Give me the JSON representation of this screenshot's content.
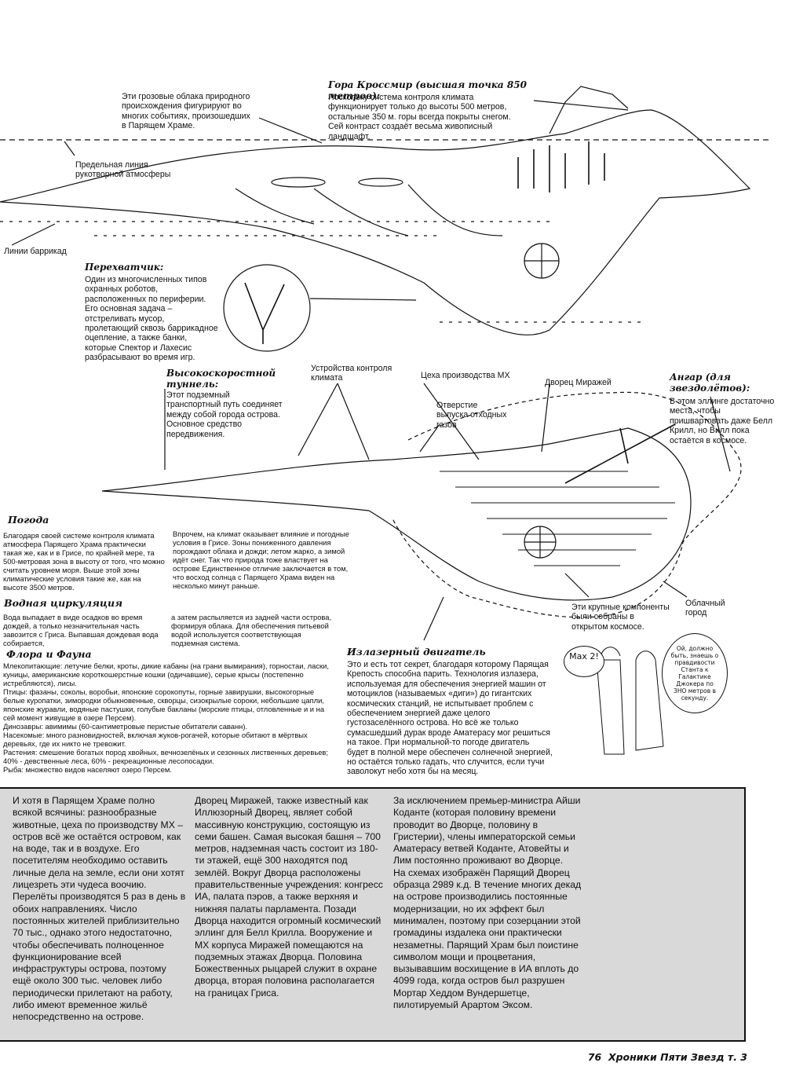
{
  "top_annotations": {
    "clouds": "Эти грозовые облака природного происхождения фигурируют во многих событиях, произошедших в Парящем Храме.",
    "atmosphere_line": "Предельная линия рукотворной атмосферы",
    "barricade_line": "Линии баррикад",
    "mountain_title": "Гора Кроссмир (высшая точка 850 метров):",
    "mountain_text": "Поскольку система контроля климата функционирует только до высоты 500 метров, остальные 350 м. горы всегда покрыты снегом. Сей контраст создаёт весьма живописный ландшафт.",
    "interceptor_title": "Перехватчик:",
    "interceptor_text": "Один из многочисленных типов охранных роботов, расположенных по периферии. Его основная задача – отстреливать мусор, пролетающий сквозь баррикадное оцепление, а также банки, которые Спектор и Лахесис разбрасывают во время игр."
  },
  "middle_annotations": {
    "tunnel_title": "Высокоскоростной туннель:",
    "tunnel_text": "Этот подземный транспортный путь соединяет между собой города острова. Основное средство передвижения.",
    "climate_devices": "Устройства контроля климата",
    "mh_factories": "Цеха производства МХ",
    "exhaust": "Отверстие выпуска отходных газов",
    "mirage_palace": "Дворец Миражей",
    "hangar_title": "Ангар (для звездолётов):",
    "hangar_text": "В этом эллинге достаточно места, чтобы пришвартовать даже Белл Крилл, но Вилл пока остаётся в космосе.",
    "space_components": "Эти крупные компоненты были собраны в открытом космосе.",
    "cloud_city": "Облачный город"
  },
  "weather": {
    "title": "Погода",
    "text1": "Благодаря своей системе контроля климата атмосфера Парящего Храма практически такая же, как и в Грисе, по крайней мере, та 500-метровая зона в высоту от того, что можно считать уровнем моря. Выше этой зоны климатические условия такие же, как на высоте 3500 метров.",
    "text2": "Впрочем, на климат оказывает влияние и погодные условия в Грисе. Зоны пониженного давления порождают облака и дожди; летом жарко, а зимой идёт снег. Так что природа тоже властвует на острове Единственное отличие заключается в том, что восход солнца с Парящего Храма виден на несколько минут раньше."
  },
  "water": {
    "title": "Водная циркуляция",
    "text1": "Вода выпадает в виде осадков во время дождей, а только незначительная часть завозится с Гриса. Выпавшая дождевая вода собирается,",
    "text2": "а затем распыляется из задней части острова, формируя облака. Для обеспечения питьевой водой используется соответствующая подземная система."
  },
  "flora": {
    "title": "Флора и Фауна",
    "lines": [
      "Млекопитающие: летучие белки, кроты, дикие кабаны (на грани вымирания), горностаи, ласки, куницы, американские короткошерстные кошки (одичавшие), серые крысы (постепенно истребляются), лисы.",
      "Птицы: фазаны, соколы, воробьи, японские сорокопуты, горные завирушки, высокогорные белые куропатки, зимородки обыкновенные, скворцы, сизокрылые сороки, небольшие цапли, японские журавли, водяные пастушки, голубые бакланы (морские птицы, отловленные и и на сей момент живущие в озере Персем).",
      "Динозавры: авимимы (60-сантиметровые перистые обитатели саванн).",
      "Насекомые: много разновидностей, включая жуков-рогачей, которые обитают в мёртвых деревьях, где их никто не тревожит.",
      "Растения: смешение богатых пород хвойных, вечнозелёных и сезонных лиственных деревьев; 40% - девственные леса, 60% - рекреационные лесопосадки.",
      "Рыба: множество видов населяют озеро Персем."
    ]
  },
  "engine": {
    "title": "Излазерный двигатель",
    "text": "Это и есть тот секрет, благодаря которому Парящая Крепость способна парить. Технология излазера, используемая для обеспечения энергией машин от мотоциклов (называемых «диги») до гигантских космических станций, не испытывает проблем с обеспечением энергией даже целого густозаселённого острова. Но всё же только сумасшедший дурак вроде Аматерасу мог решиться на такое. При нормальной-то погоде двигатель будет в полной мере обеспечен солнечной энергией, но остаётся только гадать, что случится, если тучи заволокут небо хотя бы на месяц."
  },
  "comic": {
    "bubble1": "Мах 2!",
    "bubble2": "Ой, должно быть, знаешь о правдивости Станта к Галактике Джокера по ЗНО метров в секунду."
  },
  "box": {
    "col1": "И хотя в Парящем Храме полно всякой всячины: разнообразные животные, цеха по производству МХ – остров всё же остаётся островом, как на воде, так и в воздухе. Его посетителям необходимо оставить личные дела на земле, если они хотят лицезреть эти чудеса воочию. Перелёты производятся 5 раз в день в обоих направлениях. Число постоянных жителей приблизительно 70 тыс., однако этого недостаточно, чтобы обеспечивать полноценное функционирование всей инфраструктуры острова, поэтому ещё около 300 тыс. человек либо периодически прилетают на работу, либо имеют временное жильё непосредственно на острове.",
    "col2": "Дворец Миражей, также известный как Иллюзорный Дворец, являет собой массивную конструкцию, состоящую из семи башен. Самая высокая башня – 700 метров, надземная часть состоит из 180-ти этажей, ещё 300 находятся под землёй. Вокруг Дворца расположены правительственные учреждения: конгресс ИА, палата пэров, а также верхняя и нижняя палаты парламента. Позади Дворца находится огромный космический эллинг для Белл Крилла. Вооружение и МХ корпуса Миражей помещаются на подземных этажах Дворца. Половина Божественных рыцарей служит в охране дворца, вторая половина располагается на границах Гриса.",
    "col3a": "За исключением премьер-министра Айши Коданте (которая половину времени проводит во Дворце, половину в Гристерии), члены императорской семьи Аматерасу ветвей Коданте, Атовейты и Лим постоянно проживают во Дворце.",
    "col3b": "На схемах изображён Парящий Дворец образца 2989 к.д. В течение многих декад на острове производились постоянные модернизации, но их эффект был минимален, поэтому при созерцании этой громадины издалека они практически незаметны. Парящий Храм был поистине символом мощи и процветания, вызывавшим восхищение в ИА вплоть до 4099 года, когда остров был разрушен Мортар Хеддом Вундершетце, пилотируемый Арартом Эксом."
  },
  "folio": {
    "page": "76",
    "title": "Хроники Пяти Звезд т. 3"
  }
}
